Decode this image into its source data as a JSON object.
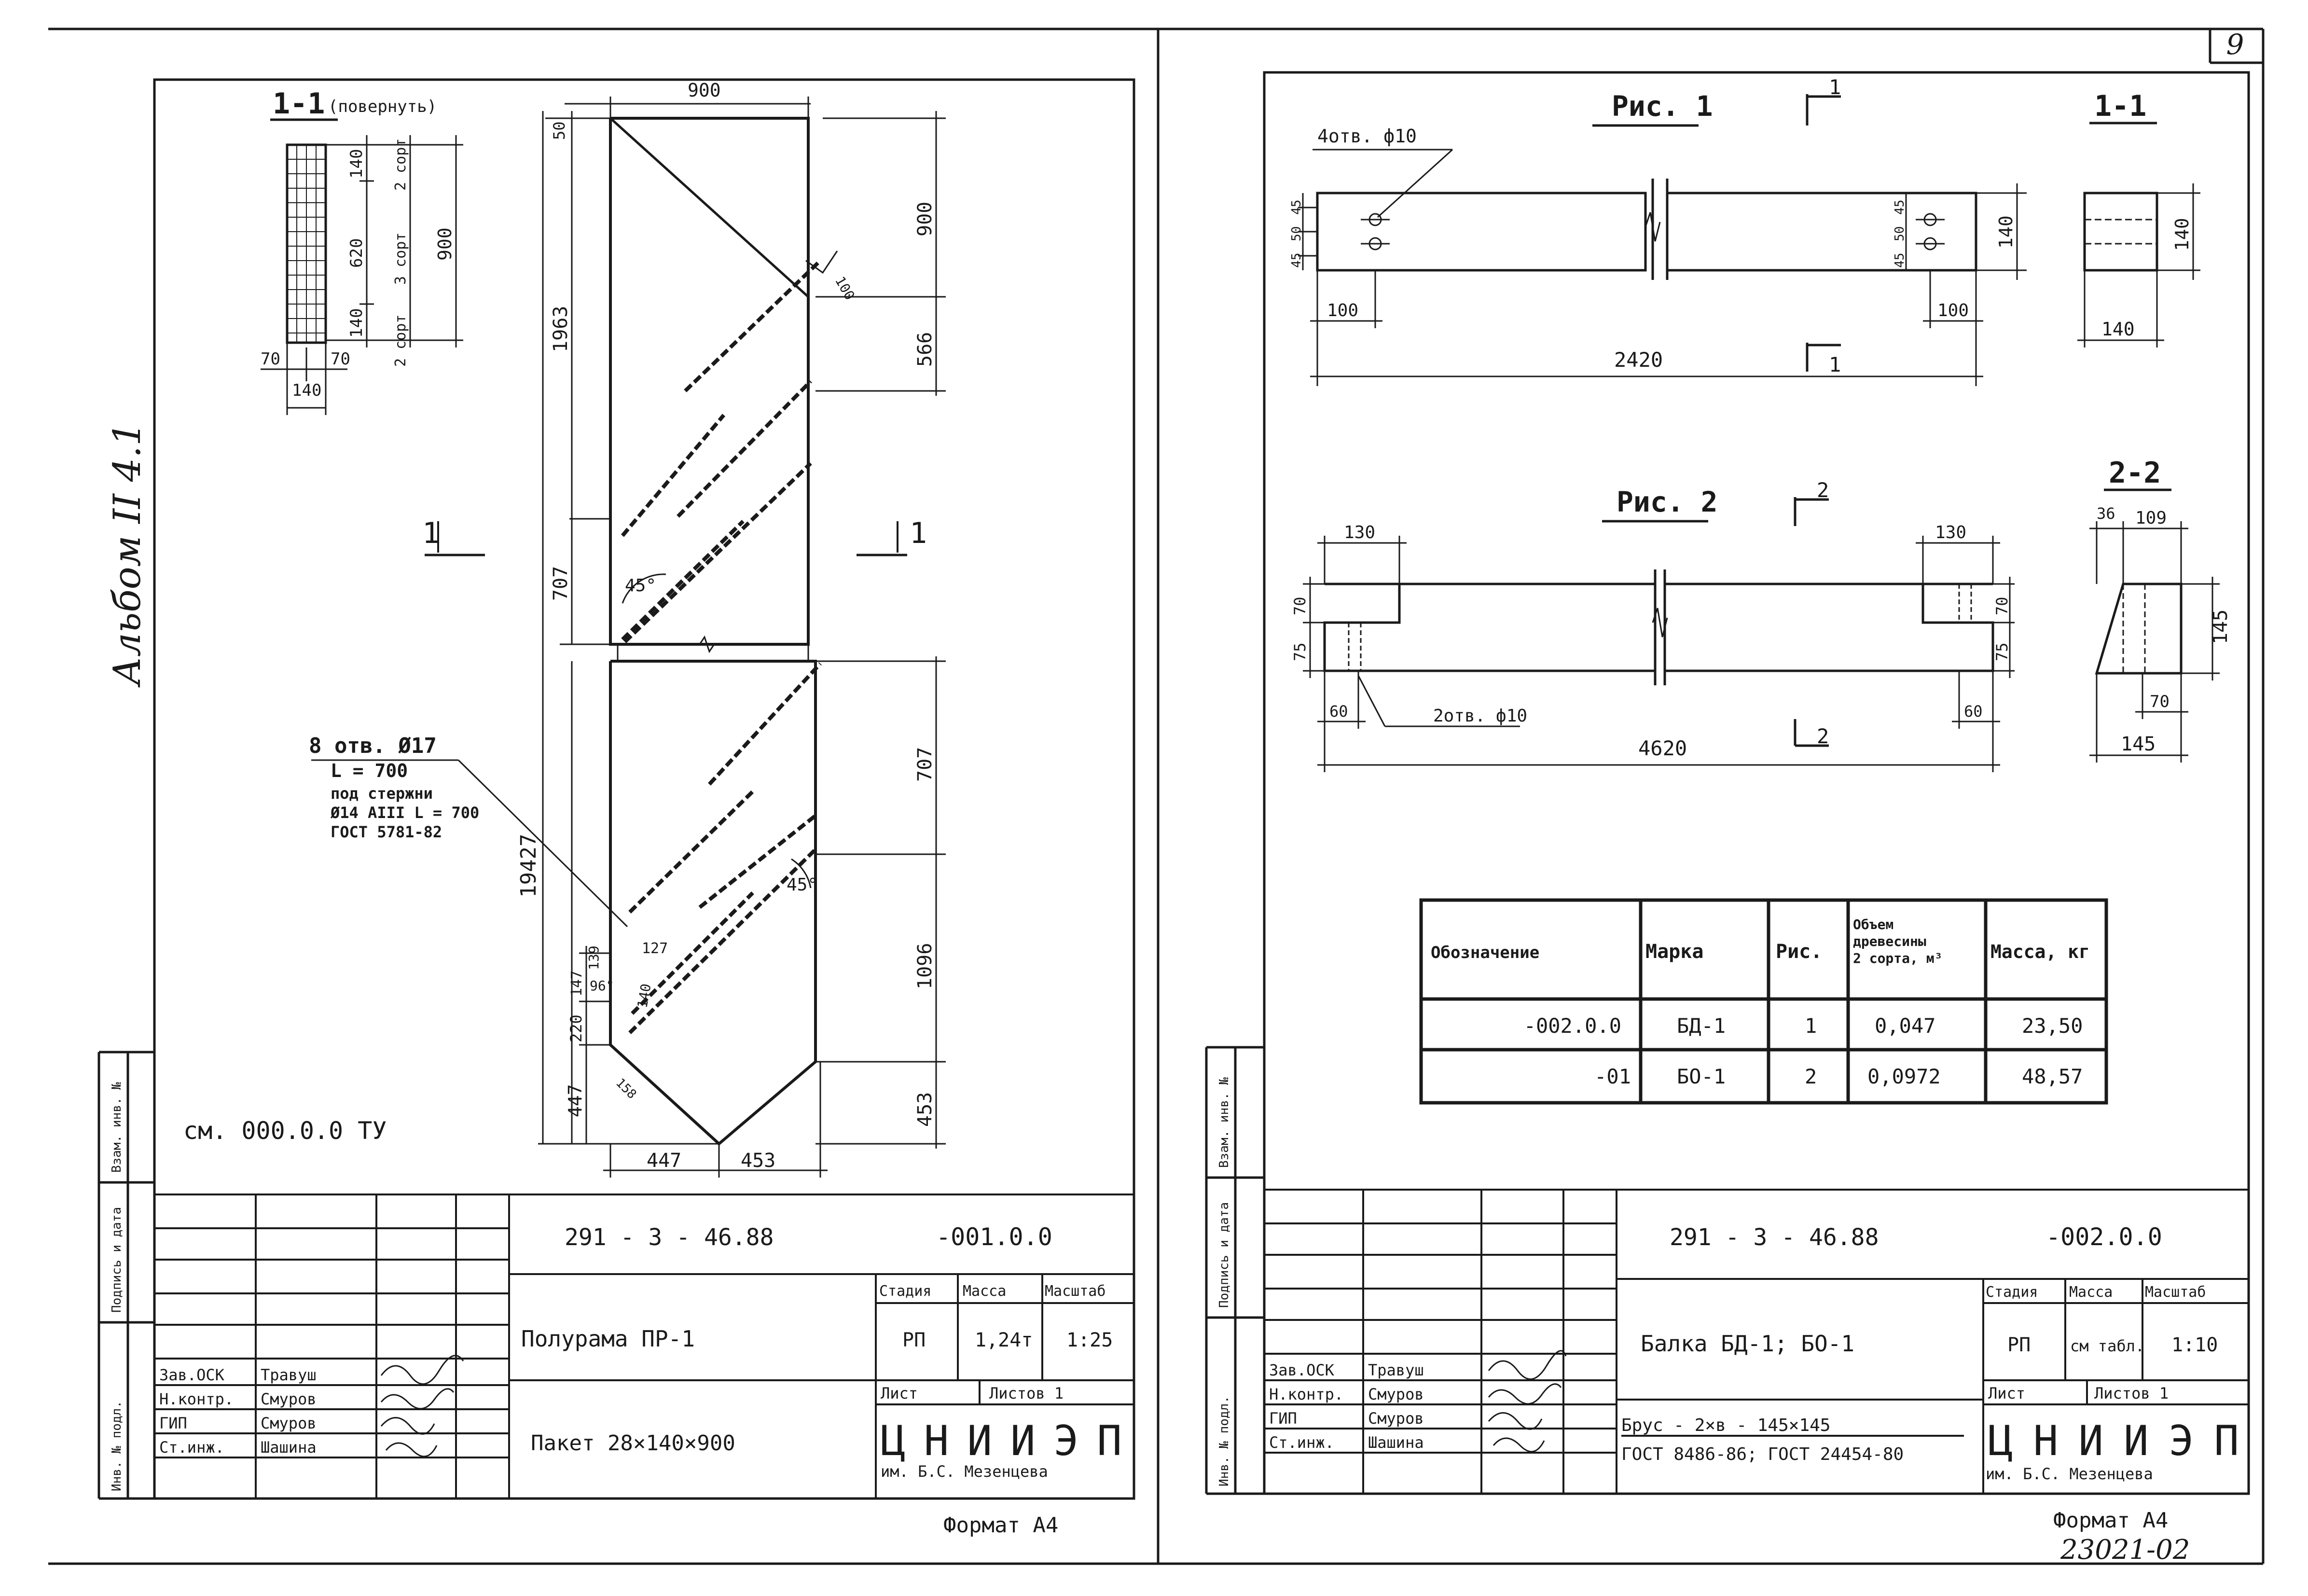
{
  "page_number": "9",
  "album_label": "Альбом II 4.1",
  "left_sheet": {
    "section_label": "1-1",
    "section_note": "(повернуть)",
    "sec_dims": {
      "d140a": "140",
      "d620": "620",
      "d140b": "140",
      "grade2a": "2 сорт",
      "grade3": "3 сорт",
      "grade2b": "2 сорт",
      "d900": "900",
      "d70a": "70",
      "d70b": "70",
      "d140c": "140"
    },
    "cut_mark": "1",
    "frame_dims": {
      "top900": "900",
      "d50": "50",
      "d1963": "1963",
      "d707a": "707",
      "angle1": "45°",
      "d19427": "19427",
      "right900": "900",
      "d566": "566",
      "d707b": "707",
      "d1096": "1096",
      "d453r": "453",
      "d100": "100",
      "d447b": "447",
      "d453b": "453",
      "d447l": "447",
      "d220": "220",
      "d147": "147",
      "d139": "139",
      "d127": "127",
      "d96": "96°",
      "d140": "140",
      "d158": "158",
      "angle2": "45°"
    },
    "holes_note": [
      "8 отв. Ø17",
      "L = 700",
      "под стержни",
      "Ø14 AIII L = 700",
      "ГОСТ 5781-82"
    ],
    "ref_note": "см. 000.0.0 ТУ",
    "stamp": {
      "doc_code": "291 - 3 - 46.88",
      "mark_code": "-001.0.0",
      "title": "Полурама ПР-1",
      "subtitle": "Пакет 28×140×900",
      "stage_label": "Стадия",
      "mass_label": "Масса",
      "scale_label": "Масштаб",
      "stage": "РП",
      "mass": "1,24т",
      "scale": "1:25",
      "sheet_label": "Лист",
      "sheets_label": "Листов 1",
      "org": "ЦНИИЭП",
      "org_sub": "им. Б.С. Мезенцева",
      "roles": [
        "Зав.ОСК",
        "Н.контр.",
        "ГИП",
        "Ст.инж."
      ],
      "names": [
        "Травуш",
        "Смуров",
        "Смуров",
        "Шашина"
      ],
      "side_labels": [
        "Инв. № подл.",
        "Подпись и дата",
        "Взам. инв. №"
      ]
    },
    "format": "Формат А4"
  },
  "right_sheet": {
    "fig1_title": "Рис. 1",
    "fig2_title": "Рис. 2",
    "sec11_label": "1-1",
    "sec22_label": "2-2",
    "fig1_dims": {
      "holes": "4отв. ф10",
      "d45l": "45",
      "d50l": "50",
      "d45l2": "45",
      "d45r": "45",
      "d50r": "50",
      "d45r2": "45",
      "d140": "140",
      "d100l": "100",
      "d100r": "100",
      "d2420": "2420",
      "cut": "1",
      "s140v": "140",
      "s140h": "140"
    },
    "fig2_dims": {
      "d130l": "130",
      "d130r": "130",
      "d70l": "70",
      "d75l": "75",
      "d70r": "70",
      "d75r": "75",
      "d60l": "60",
      "d60r": "60",
      "holes": "2отв. ф10",
      "d4620": "4620",
      "cut": "2",
      "s36": "36",
      "s109": "109",
      "s145v": "145",
      "s70": "70",
      "s145h": "145"
    },
    "table": {
      "headers": [
        "Обозначение",
        "Марка",
        "Рис.",
        "Объем древесины 2 сорта, м³",
        "Масса, кг"
      ],
      "rows": [
        [
          "-002.0.0",
          "БД-1",
          "1",
          "0,047",
          "23,50"
        ],
        [
          "-01",
          "БО-1",
          "2",
          "0,0972",
          "48,57"
        ]
      ]
    },
    "stamp": {
      "doc_code": "291 - 3 - 46.88",
      "mark_code": "-002.0.0",
      "title": "Балка БД-1; БО-1",
      "material": "Брус - 2×в - 145×145",
      "gost": "ГОСТ 8486-86; ГОСТ 24454-80",
      "stage_label": "Стадия",
      "mass_label": "Масса",
      "scale_label": "Масштаб",
      "stage": "РП",
      "mass": "см табл.",
      "scale": "1:10",
      "sheet_label": "Лист",
      "sheets_label": "Листов 1",
      "org": "ЦНИИЭП",
      "org_sub": "им. Б.С. Мезенцева",
      "roles": [
        "Зав.ОСК",
        "Н.контр.",
        "ГИП",
        "Ст.инж."
      ],
      "names": [
        "Травуш",
        "Смуров",
        "Смуров",
        "Шашина"
      ],
      "side_labels": [
        "Инв. № подл.",
        "Подпись и дата",
        "Взам. инв. №"
      ]
    },
    "format": "Формат А4",
    "sheet_code": "23021-02"
  }
}
